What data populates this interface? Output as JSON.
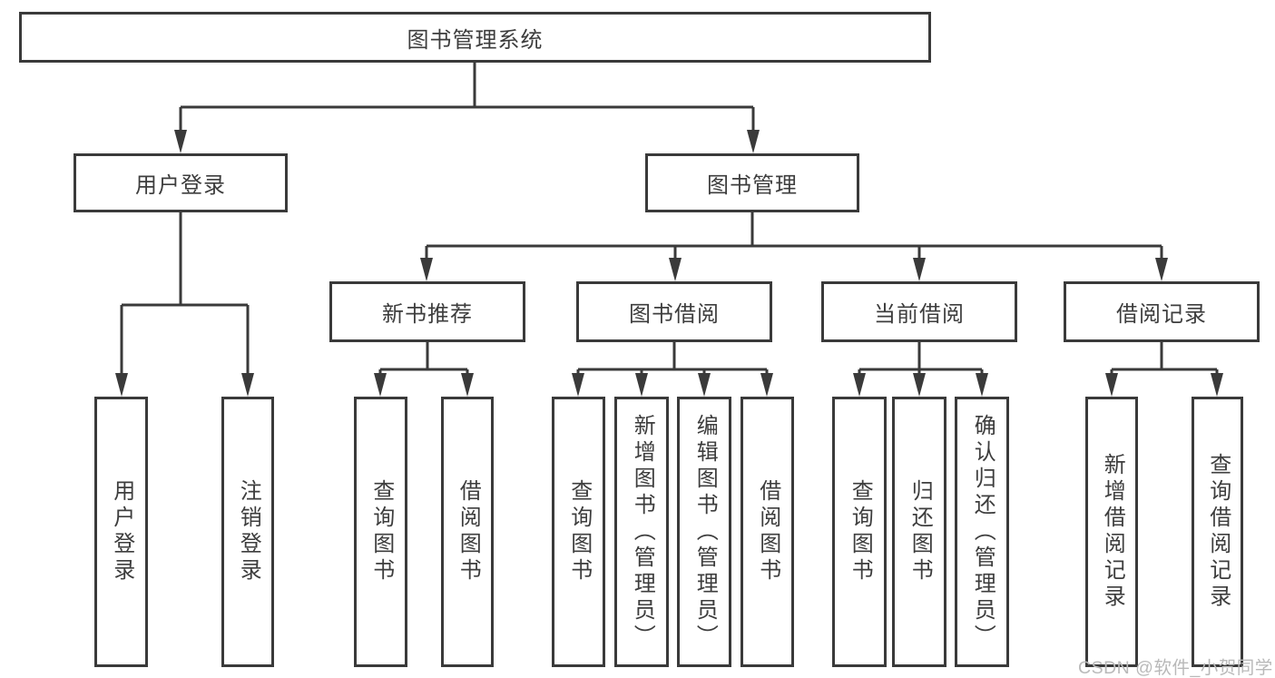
{
  "diagram": {
    "type": "hierarchy-tree",
    "root": {
      "label": "图书管理系统",
      "children": [
        {
          "label": "用户登录",
          "children": [
            {
              "label": "用户登录"
            },
            {
              "label": "注销登录"
            }
          ]
        },
        {
          "label": "图书管理",
          "children": [
            {
              "label": "新书推荐",
              "children": [
                {
                  "label": "查询图书"
                },
                {
                  "label": "借阅图书"
                }
              ]
            },
            {
              "label": "图书借阅",
              "children": [
                {
                  "label": "查询图书"
                },
                {
                  "label": "新增图书（管理员）"
                },
                {
                  "label": "编辑图书（管理员）"
                },
                {
                  "label": "借阅图书"
                }
              ]
            },
            {
              "label": "当前借阅",
              "children": [
                {
                  "label": "查询图书"
                },
                {
                  "label": "归还图书"
                },
                {
                  "label": "确认归还（管理员）"
                }
              ]
            },
            {
              "label": "借阅记录",
              "children": [
                {
                  "label": "新增借阅记录"
                },
                {
                  "label": "查询借阅记录"
                }
              ]
            }
          ]
        }
      ]
    }
  },
  "watermark": {
    "text": "CSDN @软件_小贺同学"
  },
  "colors": {
    "line": "#3a3a3a",
    "text": "#3d3d3d",
    "watermark": "#b9b9b9",
    "background": "#ffffff"
  }
}
